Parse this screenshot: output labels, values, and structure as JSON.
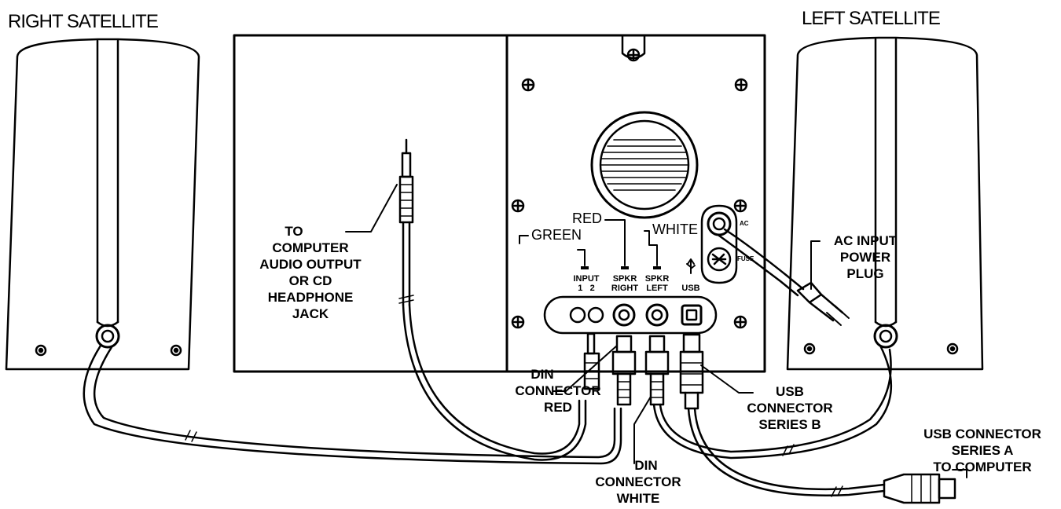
{
  "titles": {
    "right_satellite": "RIGHT SATELLITE",
    "left_satellite": "LEFT SATELLITE"
  },
  "wire_colors": {
    "green": "GREEN",
    "red": "RED",
    "white": "WHITE"
  },
  "ports": {
    "input_line1": "INPUT",
    "input_line2": "1   2",
    "spkr_right_line1": "SPKR",
    "spkr_right_line2": "RIGHT",
    "spkr_left_line1": "SPKR",
    "spkr_left_line2": "LEFT",
    "usb": "USB",
    "ac": "AC",
    "fuse": "FUSE"
  },
  "callouts": {
    "to_computer": [
      "TO",
      "COMPUTER",
      "AUDIO OUTPUT",
      "OR CD",
      "HEADPHONE",
      "JACK"
    ],
    "ac_input": [
      "AC INPUT",
      "POWER",
      "PLUG"
    ],
    "din_red": [
      "DIN",
      "CONNECTOR",
      "RED"
    ],
    "din_white": [
      "DIN",
      "CONNECTOR",
      "WHITE"
    ],
    "usb_b": [
      "USB",
      "CONNECTOR",
      "SERIES B"
    ],
    "usb_a": [
      "USB CONNECTOR",
      "SERIES A",
      "TO COMPUTER"
    ]
  },
  "colors": {
    "line": "#000000",
    "background": "#ffffff"
  }
}
